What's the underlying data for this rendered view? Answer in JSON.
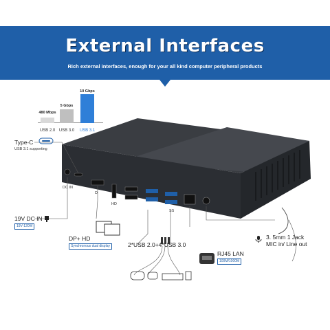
{
  "banner": {
    "title": "External Interfaces",
    "subtitle": "Rich external interfaces, enough for your all kind computer peripheral products"
  },
  "speeds": [
    {
      "value": "480 Mbps",
      "label": "USB 2.0",
      "color": "#d9d9d9"
    },
    {
      "value": "5 Gbps",
      "label": "USB 3.0",
      "color": "#bfbfbf"
    },
    {
      "value": "10 Gbps",
      "label": "USB 3.1",
      "color": "#2f7fd8"
    }
  ],
  "labels": {
    "typec_title": "Type-C",
    "typec_sub": "USB 3.1 supporting",
    "dc_in": "19V DC IN",
    "dc_tag": "19V-120W",
    "dc_port": "DC IN",
    "dp_hd": "DP+ HD",
    "dp_tag": "Synchronous dual display",
    "usb_ports": "2*USB 2.0+4*USB 3.0",
    "rj45": "RJ45 LAN",
    "rj45_tag": "100M/1000M",
    "audio": "3. 5mm 1 Jack",
    "audio2": "MIC in/ Line out",
    "port_hd": "HD",
    "port_dp": "D",
    "port_ss": "SS"
  },
  "colors": {
    "accent": "#1f5fa8",
    "body": "#2b2e33"
  }
}
